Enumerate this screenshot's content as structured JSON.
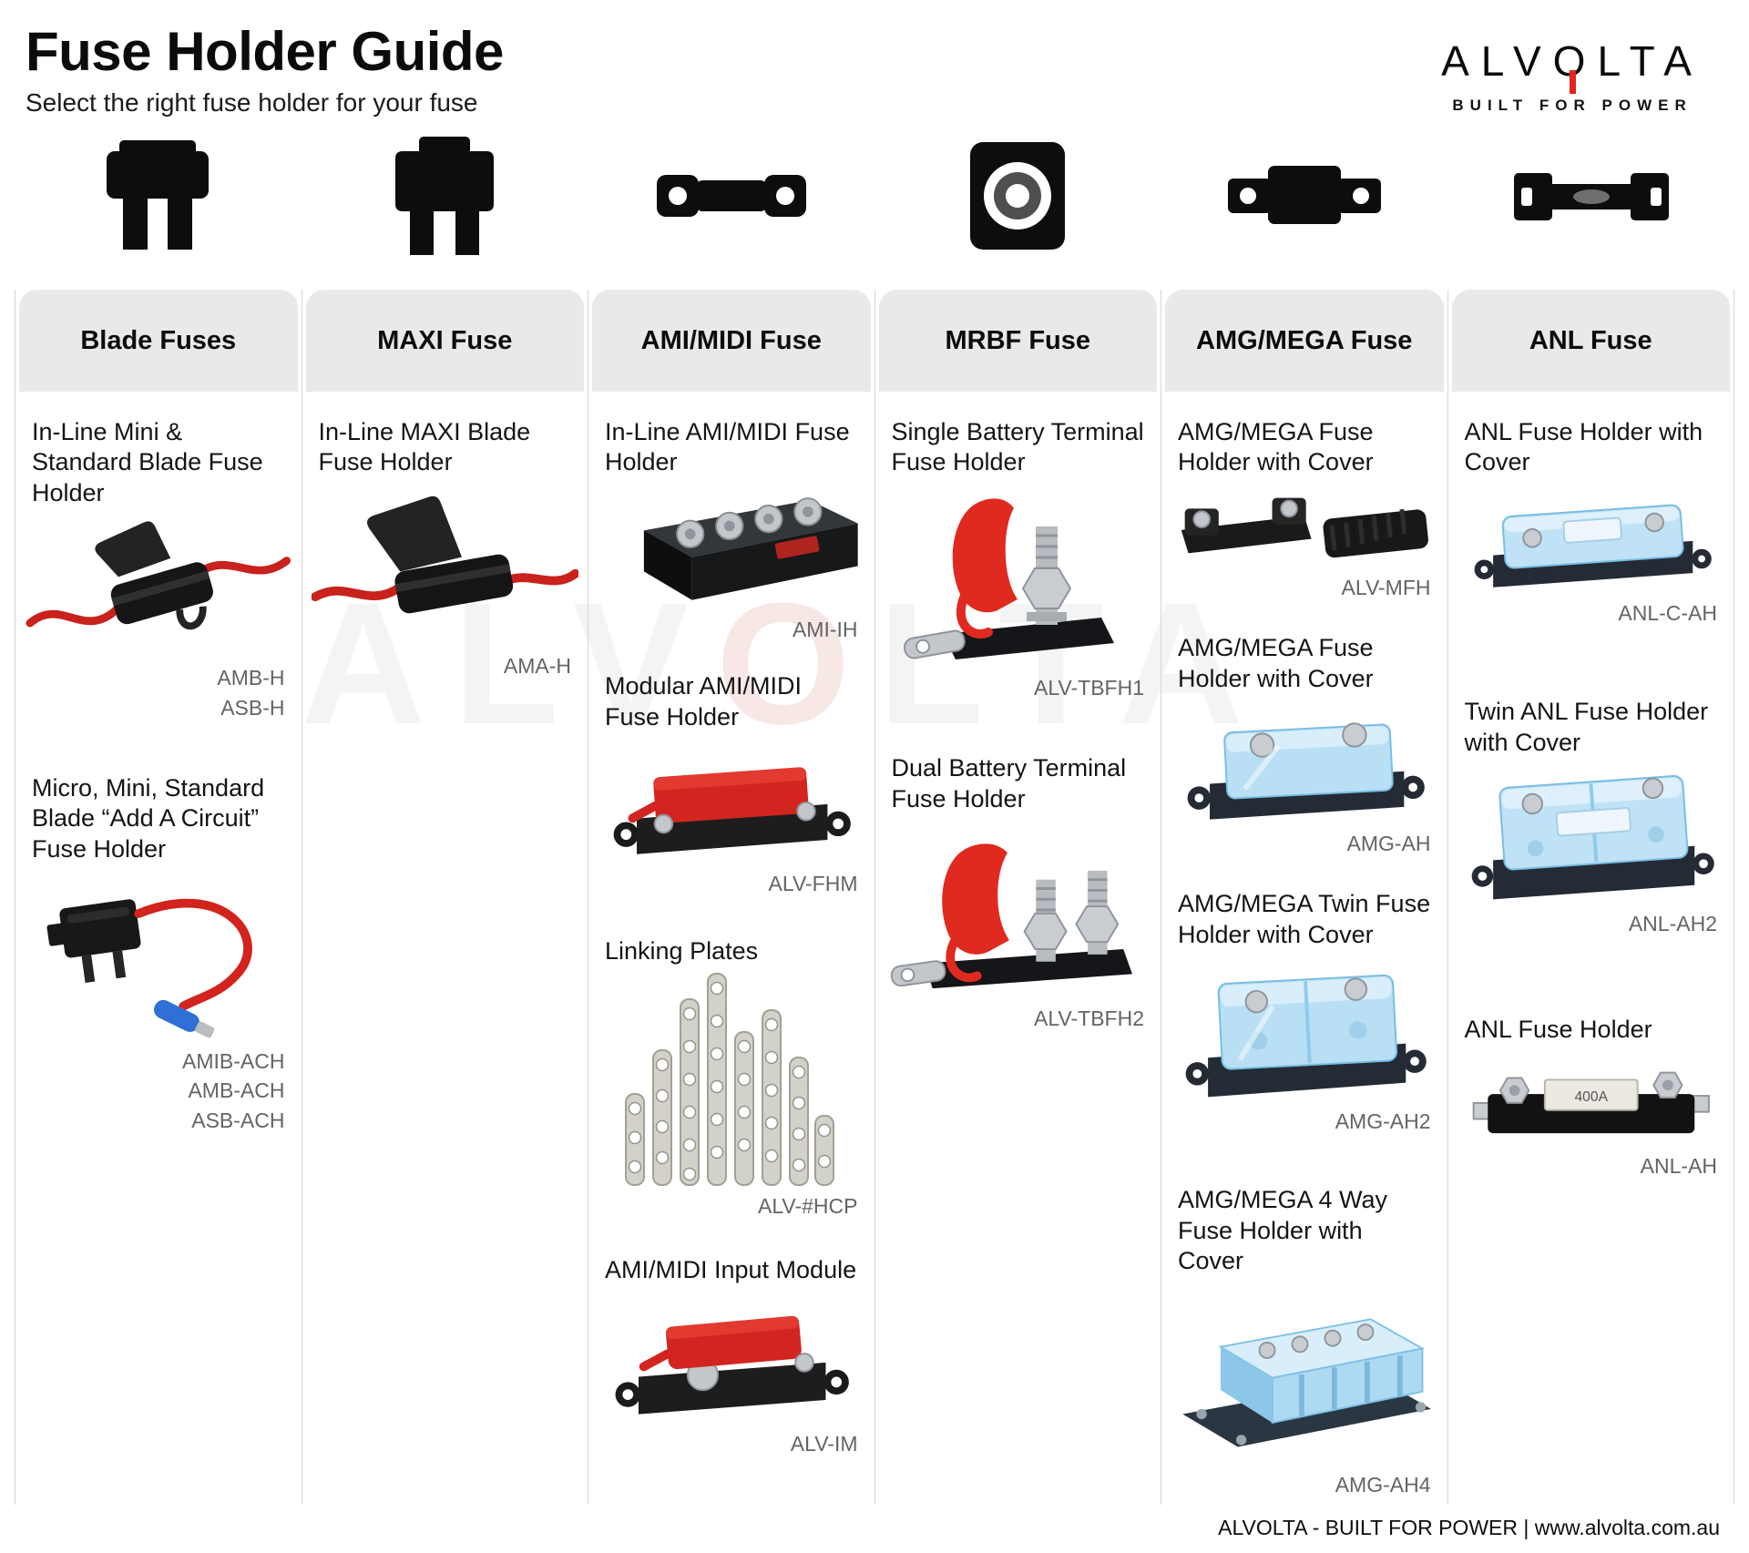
{
  "page": {
    "title": "Fuse Holder Guide",
    "subtitle": "Select the right fuse holder for your fuse",
    "footer": "ALVOLTA - BUILT FOR POWER | www.alvolta.com.au"
  },
  "brand": {
    "part1": "ALV",
    "o": "O",
    "part2": "LTA",
    "tagline": "BUILT FOR POWER"
  },
  "watermark": {
    "part1": "ALV",
    "o": "O",
    "part2": "LTA"
  },
  "colors": {
    "accent_red": "#d2251f",
    "bar_gray": "#e9e9e9",
    "cover_blue": "#bfe2f6",
    "code_gray": "#646464"
  },
  "icon_row": [
    "standard-blade-fuse-icon",
    "maxi-blade-fuse-icon",
    "midi-fuse-icon",
    "mrbf-fuse-icon",
    "mega-fuse-icon",
    "anl-fuse-icon"
  ],
  "columns": [
    {
      "header": "Blade Fuses",
      "products": [
        {
          "title": "In-Line Mini & Standard Blade Fuse Holder",
          "codes": [
            "AMB-H",
            "ASB-H"
          ]
        },
        {
          "title": "Micro, Mini, Standard Blade “Add A Circuit” Fuse Holder",
          "codes": [
            "AMIB-ACH",
            "AMB-ACH",
            "ASB-ACH"
          ]
        }
      ]
    },
    {
      "header": "MAXI Fuse",
      "products": [
        {
          "title": "In-Line MAXI Blade Fuse Holder",
          "codes": [
            "AMA-H"
          ]
        }
      ]
    },
    {
      "header": "AMI/MIDI Fuse",
      "products": [
        {
          "title": "In-Line AMI/MIDI Fuse Holder",
          "codes": [
            "AMI-IH"
          ]
        },
        {
          "title": "Modular AMI/MIDI Fuse Holder",
          "codes": [
            "ALV-FHM"
          ]
        },
        {
          "title": "Linking Plates",
          "codes": [
            "ALV-#HCP"
          ]
        },
        {
          "title": "AMI/MIDI Input Module",
          "codes": [
            "ALV-IM"
          ]
        }
      ]
    },
    {
      "header": "MRBF Fuse",
      "products": [
        {
          "title": "Single Battery Terminal Fuse Holder",
          "codes": [
            "ALV-TBFH1"
          ]
        },
        {
          "title": "Dual Battery Terminal Fuse Holder",
          "codes": [
            "ALV-TBFH2"
          ]
        }
      ]
    },
    {
      "header": "AMG/MEGA Fuse",
      "products": [
        {
          "title": "AMG/MEGA Fuse Holder with Cover",
          "codes": [
            "ALV-MFH"
          ]
        },
        {
          "title": "AMG/MEGA Fuse Holder with Cover",
          "codes": [
            "AMG-AH"
          ]
        },
        {
          "title": "AMG/MEGA Twin Fuse Holder with Cover",
          "codes": [
            "AMG-AH2"
          ]
        },
        {
          "title": "AMG/MEGA 4 Way Fuse Holder with Cover",
          "codes": [
            "AMG-AH4"
          ]
        }
      ]
    },
    {
      "header": "ANL Fuse",
      "products": [
        {
          "title": "ANL Fuse Holder with Cover",
          "codes": [
            "ANL-C-AH"
          ]
        },
        {
          "title": "Twin ANL Fuse Holder with Cover",
          "codes": [
            "ANL-AH2"
          ]
        },
        {
          "title": "ANL Fuse Holder",
          "codes": [
            "ANL-AH"
          ],
          "fuse_label": "400A"
        }
      ]
    }
  ]
}
